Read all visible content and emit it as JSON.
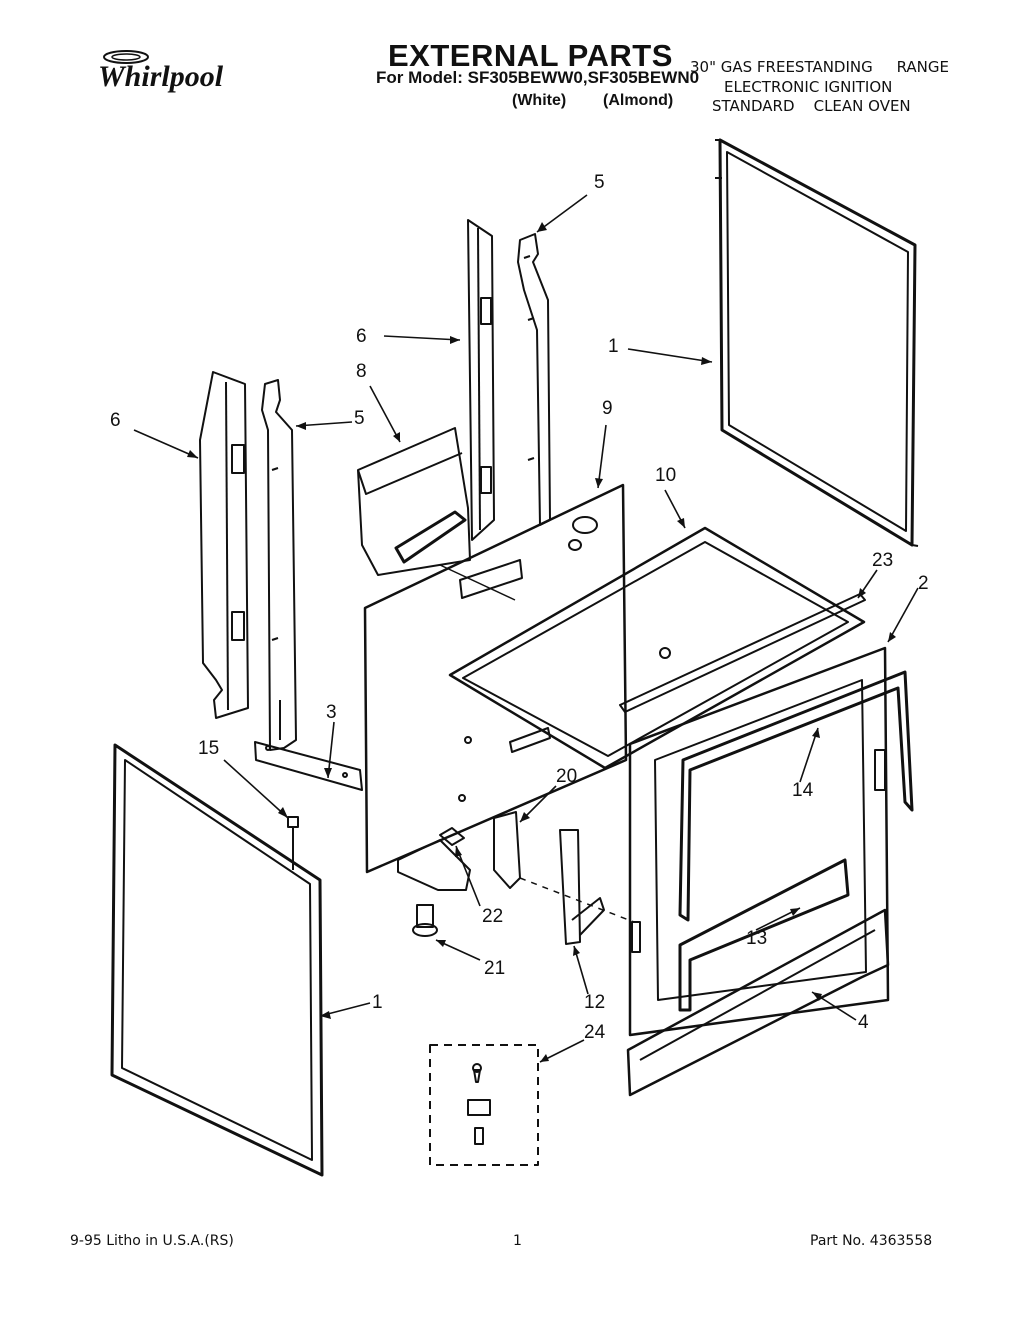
{
  "header": {
    "brand": "Whirlpool",
    "title": "EXTERNAL PARTS",
    "model_line": "For Model: SF305BEWW0,SF305BEWN0",
    "variants": [
      "(White)",
      "(Almond)"
    ],
    "description": [
      "30\" GAS FREESTANDING     RANGE",
      "ELECTRONIC IGNITION",
      "STANDARD    CLEAN OVEN"
    ]
  },
  "callouts": [
    "5",
    "6",
    "1",
    "8",
    "5",
    "6",
    "9",
    "10",
    "23",
    "2",
    "3",
    "15",
    "20",
    "14",
    "22",
    "21",
    "13",
    "1",
    "12",
    "4",
    "24"
  ],
  "footer": {
    "left": "9-95  Litho in U.S.A.(RS)",
    "page": "1",
    "part_no": "Part No. 4363558"
  },
  "icons": [
    "whirlpool-logo-icon"
  ]
}
